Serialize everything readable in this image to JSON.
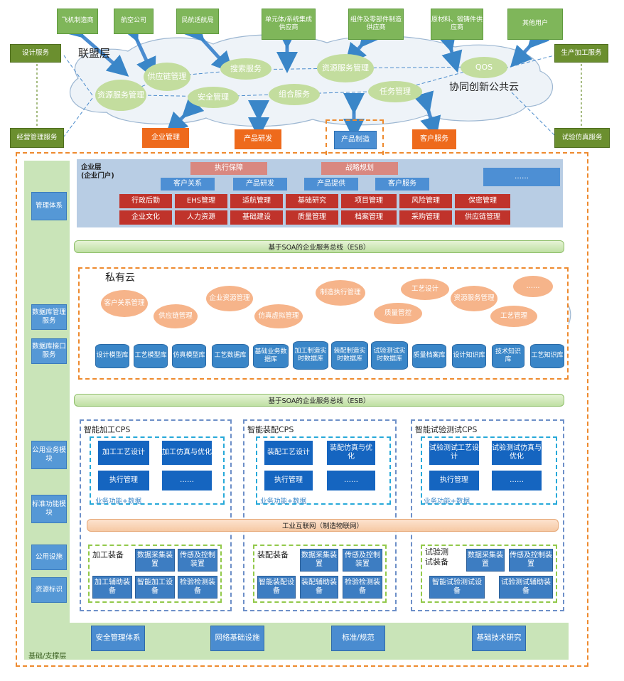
{
  "alliance": {
    "title": "联盟层",
    "cloud_title": "协同创新公共云",
    "partners": [
      "飞机制造商",
      "航空公司",
      "民航适航局",
      "单元体/系统集成供应商",
      "组件及零部件制造供应商",
      "原材料、锻铸件供应商",
      "其他用户"
    ],
    "side": [
      "设计服务",
      "经营管理服务",
      "生产加工服务",
      "试验仿真服务"
    ],
    "nodes": [
      "资源服务管理",
      "供应链管理",
      "搜索服务",
      "资源服务管理",
      "QOS",
      "安全管理",
      "组合服务",
      "任务管理"
    ],
    "bottom": [
      "企业管理",
      "产品研发",
      "产品制造",
      "客户服务"
    ]
  },
  "left": [
    "管理体系",
    "数据库管理服务",
    "数据库接口服务",
    "公用业务模块",
    "标准功能模块",
    "公用设施",
    "资源标识"
  ],
  "enterprise": {
    "title": "企业层",
    "subtitle": "(企业门户)",
    "top": [
      "执行保障",
      "战略规划"
    ],
    "more": "……",
    "tabs": [
      "客户关系",
      "产品研发",
      "产品提供",
      "客户服务"
    ],
    "row1": [
      "行政后勤",
      "EHS管理",
      "适航管理",
      "基础研究",
      "项目管理",
      "风险管理",
      "保密管理"
    ],
    "row2": [
      "企业文化",
      "人力资源",
      "基础建设",
      "质量管理",
      "档案管理",
      "采购管理",
      "供应链管理"
    ]
  },
  "esb": "基于SOA的企业服务总线（ESB）",
  "private_cloud": {
    "title": "私有云",
    "nodes": [
      "客户关系管理",
      "供应链管理",
      "企业资源管理",
      "仿真虚拟管理",
      "制造执行管理",
      "质量管控",
      "工艺设计",
      "资源服务管理",
      "……",
      "工艺管理"
    ],
    "dbs": [
      "设计模型库",
      "工艺模型库",
      "仿真模型库",
      "工艺数据库",
      "基础业务数据库",
      "加工制造实时数据库",
      "装配制造实时数据库",
      "试验测试实时数据库",
      "质量档案库",
      "设计知识库",
      "技术知识库",
      "工艺知识库"
    ]
  },
  "cps": [
    {
      "title": "智能加工CPS",
      "items": [
        "加工工艺设计",
        "加工仿真与优化",
        "执行管理",
        "……"
      ],
      "note": "业务功能+数据"
    },
    {
      "title": "智能装配CPS",
      "items": [
        "装配工艺设计",
        "装配仿真与优化",
        "执行管理",
        "……"
      ],
      "note": "业务功能+数据"
    },
    {
      "title": "智能试验测试CPS",
      "items": [
        "试验测试工艺设计",
        "试验测试仿真与优化",
        "执行管理",
        "……"
      ],
      "note": "业务功能+数据"
    }
  ],
  "iiot": "工业互联网（制造物联网）",
  "equip": [
    {
      "title": "加工装备",
      "items": [
        "数据采集装置",
        "传感及控制装置",
        "加工辅助装备",
        "智能加工设备",
        "检验检测装备"
      ]
    },
    {
      "title": "装配装备",
      "items": [
        "数据采集装置",
        "传感及控制装置",
        "智能装配设备",
        "装配辅助装备",
        "检验检测装备"
      ]
    },
    {
      "title_l1": "试验测",
      "title_l2": "试装备",
      "items": [
        "数据采集装置",
        "传感及控制装置",
        "智能试验测试设备",
        "试验测试辅助装备"
      ]
    }
  ],
  "support": {
    "title": "基础/支撑层",
    "items": [
      "安全管理体系",
      "网络基础设施",
      "标准/规范",
      "基础技术研究"
    ]
  }
}
